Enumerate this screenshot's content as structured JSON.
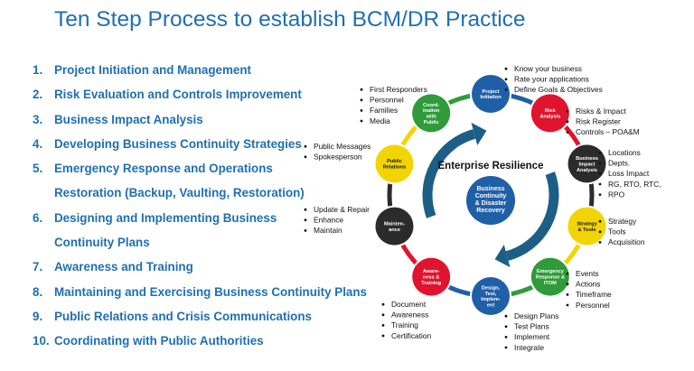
{
  "title": "Ten Step Process to establish BCM/DR Practice",
  "steps": [
    {
      "num": "1.",
      "lines": [
        "Project Initiation and Management"
      ]
    },
    {
      "num": "2.",
      "lines": [
        "Risk Evaluation and Controls Improvement"
      ]
    },
    {
      "num": "3.",
      "lines": [
        "Business Impact Analysis"
      ]
    },
    {
      "num": "4.",
      "lines": [
        "Developing Business Continuity Strategies"
      ]
    },
    {
      "num": "5.",
      "lines": [
        "Emergency Response and Operations",
        "Restoration (Backup, Vaulting, Restoration)"
      ]
    },
    {
      "num": "6.",
      "lines": [
        "Designing and Implementing Business",
        "Continuity Plans"
      ]
    },
    {
      "num": "7.",
      "lines": [
        "Awareness and Training"
      ]
    },
    {
      "num": "8.",
      "lines": [
        "Maintaining and Exercising Business Continuity Plans"
      ]
    },
    {
      "num": "9.",
      "lines": [
        "Public Relations and Crisis Communications"
      ]
    },
    {
      "num": "10.",
      "lines": [
        "Coordinating with Public Authorities"
      ]
    }
  ],
  "diagram": {
    "center_heading": "Enterprise Resilience",
    "center_circle": [
      "Business",
      "Continuity",
      "& Disaster",
      "Recovery"
    ],
    "center_color": "#1f5fa8",
    "arrow_color": "#1d5e86",
    "nodes": [
      {
        "lines": [
          "Project",
          "Initiation"
        ],
        "color": "#1f5fa8",
        "text_color": "#ffffff",
        "bullets": [
          "Know your business",
          "Rate your applications",
          "Define Goals & Objectives"
        ]
      },
      {
        "lines": [
          "Risk",
          "Analysis"
        ],
        "color": "#e0142f",
        "text_color": "#ffffff",
        "bullets": [
          "Risks & Impact",
          "Risk Register",
          "Controls – POA&M"
        ]
      },
      {
        "lines": [
          "Business",
          "Impact",
          "Analysis"
        ],
        "color": "#2b2b2b",
        "text_color": "#ffffff",
        "bullets": [
          "Locations",
          "Depts.",
          "Loss Impact",
          "RG, RTO, RTC,",
          "RPO"
        ]
      },
      {
        "lines": [
          "Strategy",
          "& Tools"
        ],
        "color": "#f2d400",
        "text_color": "#111111",
        "bullets": [
          "Strategy",
          "Tools",
          "Acquisition"
        ]
      },
      {
        "lines": [
          "Emergency",
          "Response &",
          "ITOM"
        ],
        "color": "#2f9b3a",
        "text_color": "#ffffff",
        "bullets": [
          "Events",
          "Actions",
          "Timeframe",
          "Personnel"
        ]
      },
      {
        "lines": [
          "Design,",
          "Test,",
          "Implem-",
          "ent"
        ],
        "color": "#1f5fa8",
        "text_color": "#ffffff",
        "bullets": [
          "Design Plans",
          "Test Plans",
          "Implement",
          "Integrate"
        ]
      },
      {
        "lines": [
          "Aware-",
          "ness &",
          "Training"
        ],
        "color": "#e0142f",
        "text_color": "#ffffff",
        "bullets": [
          "Document",
          "Awareness",
          "Training",
          "Certification"
        ]
      },
      {
        "lines": [
          "Mainten-",
          "ance"
        ],
        "color": "#2b2b2b",
        "text_color": "#ffffff",
        "bullets": [
          "Update & Repair",
          "Enhance",
          "Maintain"
        ]
      },
      {
        "lines": [
          "Public",
          "Relations"
        ],
        "color": "#f2d400",
        "text_color": "#111111",
        "bullets": [
          "Public Messages",
          "Spokesperson"
        ]
      },
      {
        "lines": [
          "Coord-",
          "ination",
          "with",
          "Public"
        ],
        "color": "#2f9b3a",
        "text_color": "#ffffff",
        "bullets": [
          "First Responders",
          "Personnel",
          "Families",
          "Media"
        ]
      }
    ]
  }
}
